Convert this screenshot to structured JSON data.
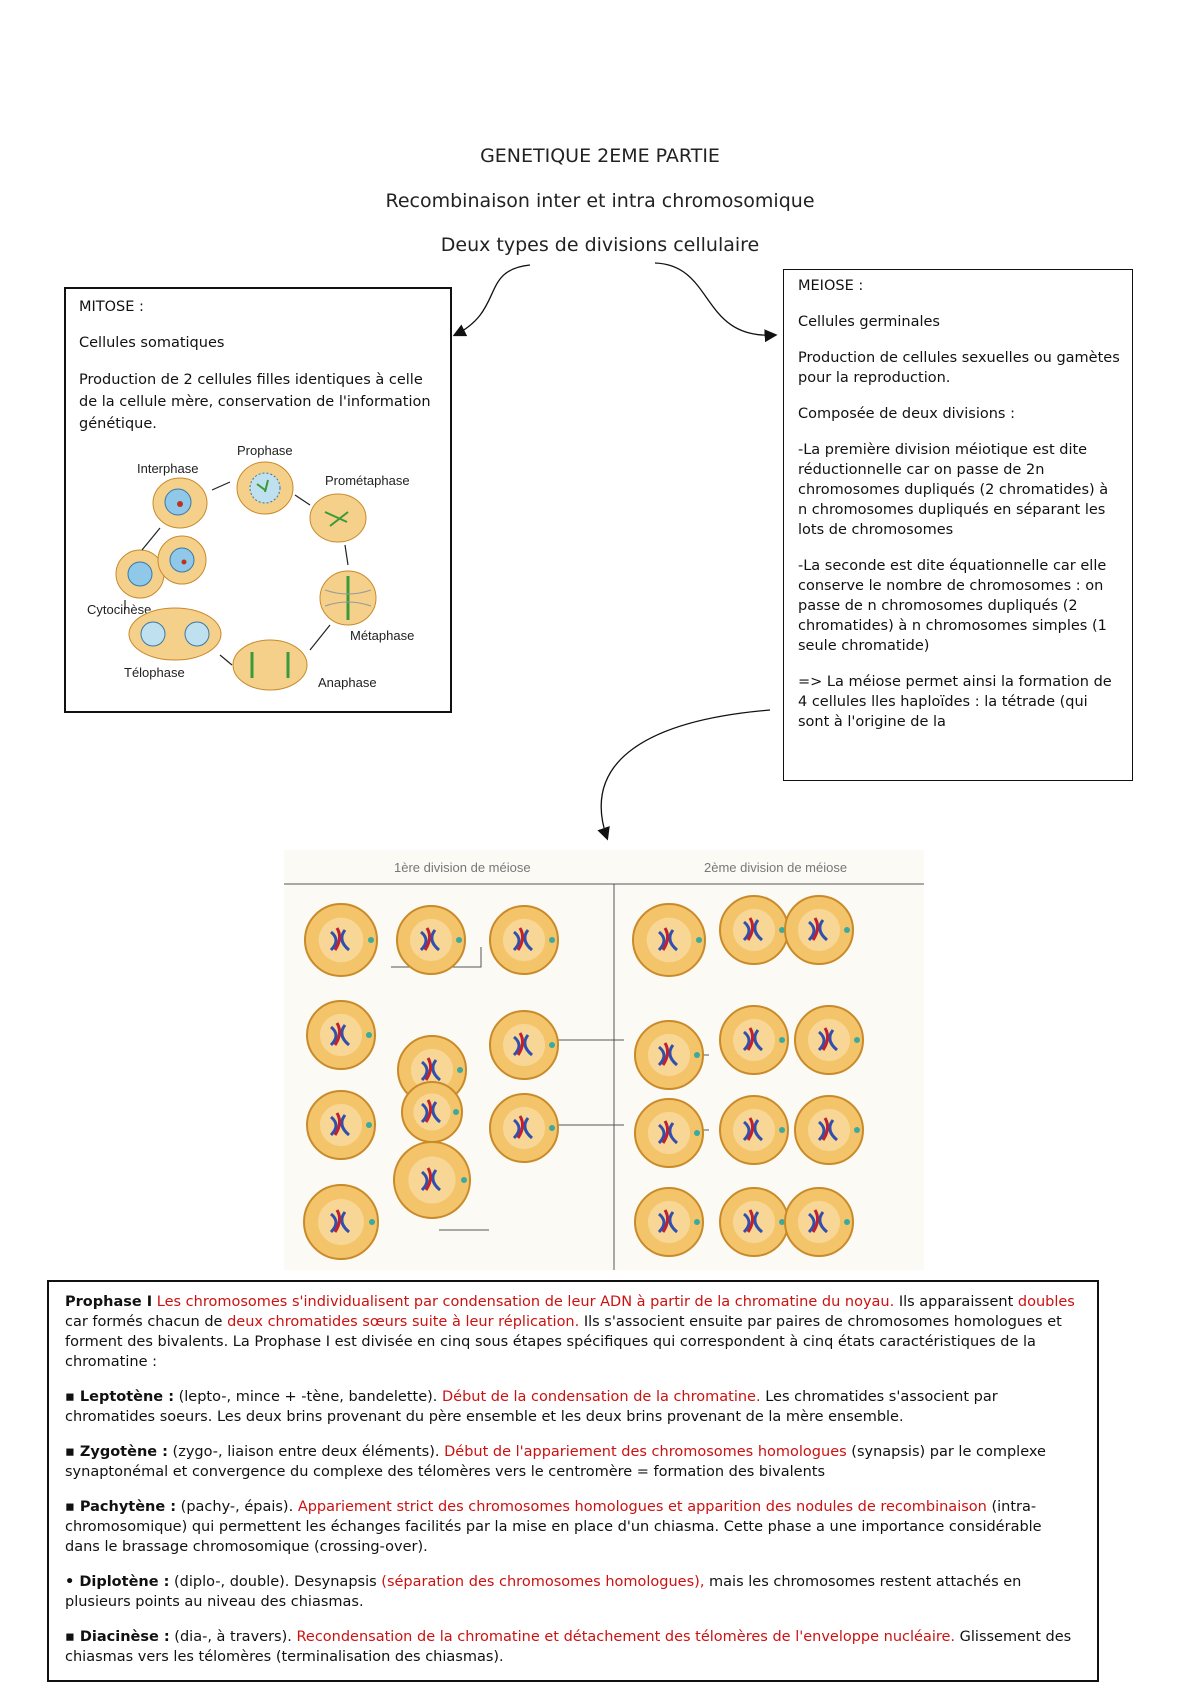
{
  "header": {
    "title": "GENETIQUE 2EME PARTIE",
    "subtitle": "Recombinaison inter et intra chromosomique",
    "subheading": "Deux types de divisions cellulaire"
  },
  "mitose": {
    "heading": "MITOSE :",
    "cells": "Cellules somatiques",
    "description": "Production de 2 cellules filles identiques à celle de la cellule mère, conservation de l'information génétique.",
    "phases": {
      "interphase": "Interphase",
      "prophase": "Prophase",
      "prometaphase": "Prométaphase",
      "metaphase": "Métaphase",
      "anaphase": "Anaphase",
      "telophase": "Télophase",
      "cytocinese": "Cytocinèse"
    }
  },
  "meiose": {
    "heading": "MEIOSE :",
    "cells": "Cellules germinales",
    "production": "Production de cellules sexuelles ou gamètes pour la reproduction.",
    "composed": "Composée de deux divisions :",
    "first": "-La première division méiotique est dite réductionnelle car on passe de 2n chromosomes dupliqués (2 chromatides) à n chromosomes dupliqués en séparant les lots de chromosomes",
    "second": "-La seconde est dite équationnelle car elle conserve le nombre de chromosomes : on passe de n chromosomes dupliqués (2 chromatides) à n chromosomes simples (1 seule chromatide)",
    "conclusion": "=> La méiose permet ainsi la formation de 4 cellules lles haploïdes : la tétrade (qui sont à l'origine de la"
  },
  "meiosis_figure": {
    "first_division": "1ère division de méiose",
    "second_division": "2ème division de méiose"
  },
  "prophase": {
    "intro_title": "Prophase I",
    "intro_red1": "Les chromosomes s'individualisent par condensation de leur ADN à partir de la chromatine du noyau.",
    "intro_t1": " Ils apparaissent ",
    "intro_red2": "doubles",
    "intro_t2": " car formés chacun de ",
    "intro_red3": "deux chromatides sœurs suite à leur réplication.",
    "intro_t3": " Ils s'associent ensuite par paires de chromosomes homologues et forment des bivalents. La Prophase I est divisée en cinq sous étapes spécifiques qui correspondent à cinq états caractéristiques de la chromatine :",
    "leptotene": {
      "name": "▪ Leptotène :",
      "t1": " (lepto-, mince + -tène, bandelette). ",
      "red": "Début de la condensation de la chromatine.",
      "t2": " Les chromatides s'associent par chromatides soeurs. Les deux brins provenant du père ensemble et les deux brins provenant de la mère ensemble."
    },
    "zygotene": {
      "name": "▪ Zygotène :",
      "t1": " (zygo-, liaison entre deux éléments). ",
      "red": "Début de l'appariement des chromosomes homologues",
      "t2": " (synapsis) par le complexe synaptonémal et convergence du complexe des télomères vers le centromère = formation des bivalents"
    },
    "pachytene": {
      "name": "▪ Pachytène :",
      "t1": " (pachy-, épais). ",
      "red": "Appariement strict des chromosomes homologues et apparition des nodules de recombinaison",
      "t2": " (intra-chromosomique) qui permettent les échanges facilités par la mise en place d'un chiasma. Cette phase a une importance considérable dans le brassage chromosomique (crossing-over)."
    },
    "diplotene": {
      "name": " • Diplotène :",
      "t1": " (diplo-, double). Desynapsis ",
      "red": "(séparation des chromosomes homologues),",
      "t2": " mais les chromosomes restent attachés en plusieurs points au niveau des chiasmas."
    },
    "diacinese": {
      "name": "▪ Diacinèse :",
      "t1": " (dia-, à travers). ",
      "red": "Recondensation de la chromatine et détachement des télomères de l'enveloppe nucléaire.",
      "t2": " Glissement des chiasmas vers les télomères (terminalisation des chiasmas)."
    }
  },
  "colors": {
    "text_red": "#cc1111",
    "cell_fill": "#f4c46a",
    "cell_stroke": "#c98a2a"
  }
}
